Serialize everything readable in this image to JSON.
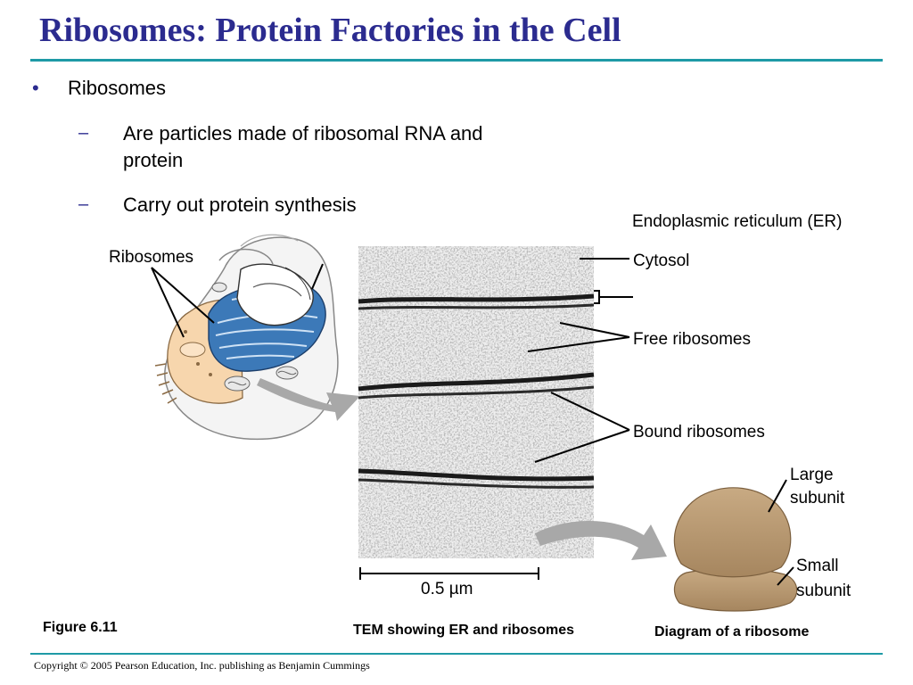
{
  "slide": {
    "title": "Ribosomes: Protein Factories in the Cell",
    "bullets": [
      {
        "text": "Ribosomes",
        "sub": [
          "Are particles made of ribosomal RNA and protein",
          "Carry out protein synthesis"
        ]
      }
    ]
  },
  "figure": {
    "labels": {
      "ribosomes": "Ribosomes",
      "er": "Endoplasmic reticulum (ER)",
      "cytosol": "Cytosol",
      "free_ribosomes": "Free ribosomes",
      "bound_ribosomes": "Bound ribosomes",
      "large_subunit_1": "Large",
      "large_subunit_2": "subunit",
      "small_subunit_1": "Small",
      "small_subunit_2": "subunit",
      "scale_bar": "0.5 µm"
    },
    "captions": {
      "figure_number": "Figure 6.11",
      "tem": "TEM showing ER and ribosomes",
      "diagram": "Diagram of a ribosome"
    }
  },
  "footer": {
    "copyright": "Copyright © 2005 Pearson Education, Inc. publishing as Benjamin Cummings"
  }
}
